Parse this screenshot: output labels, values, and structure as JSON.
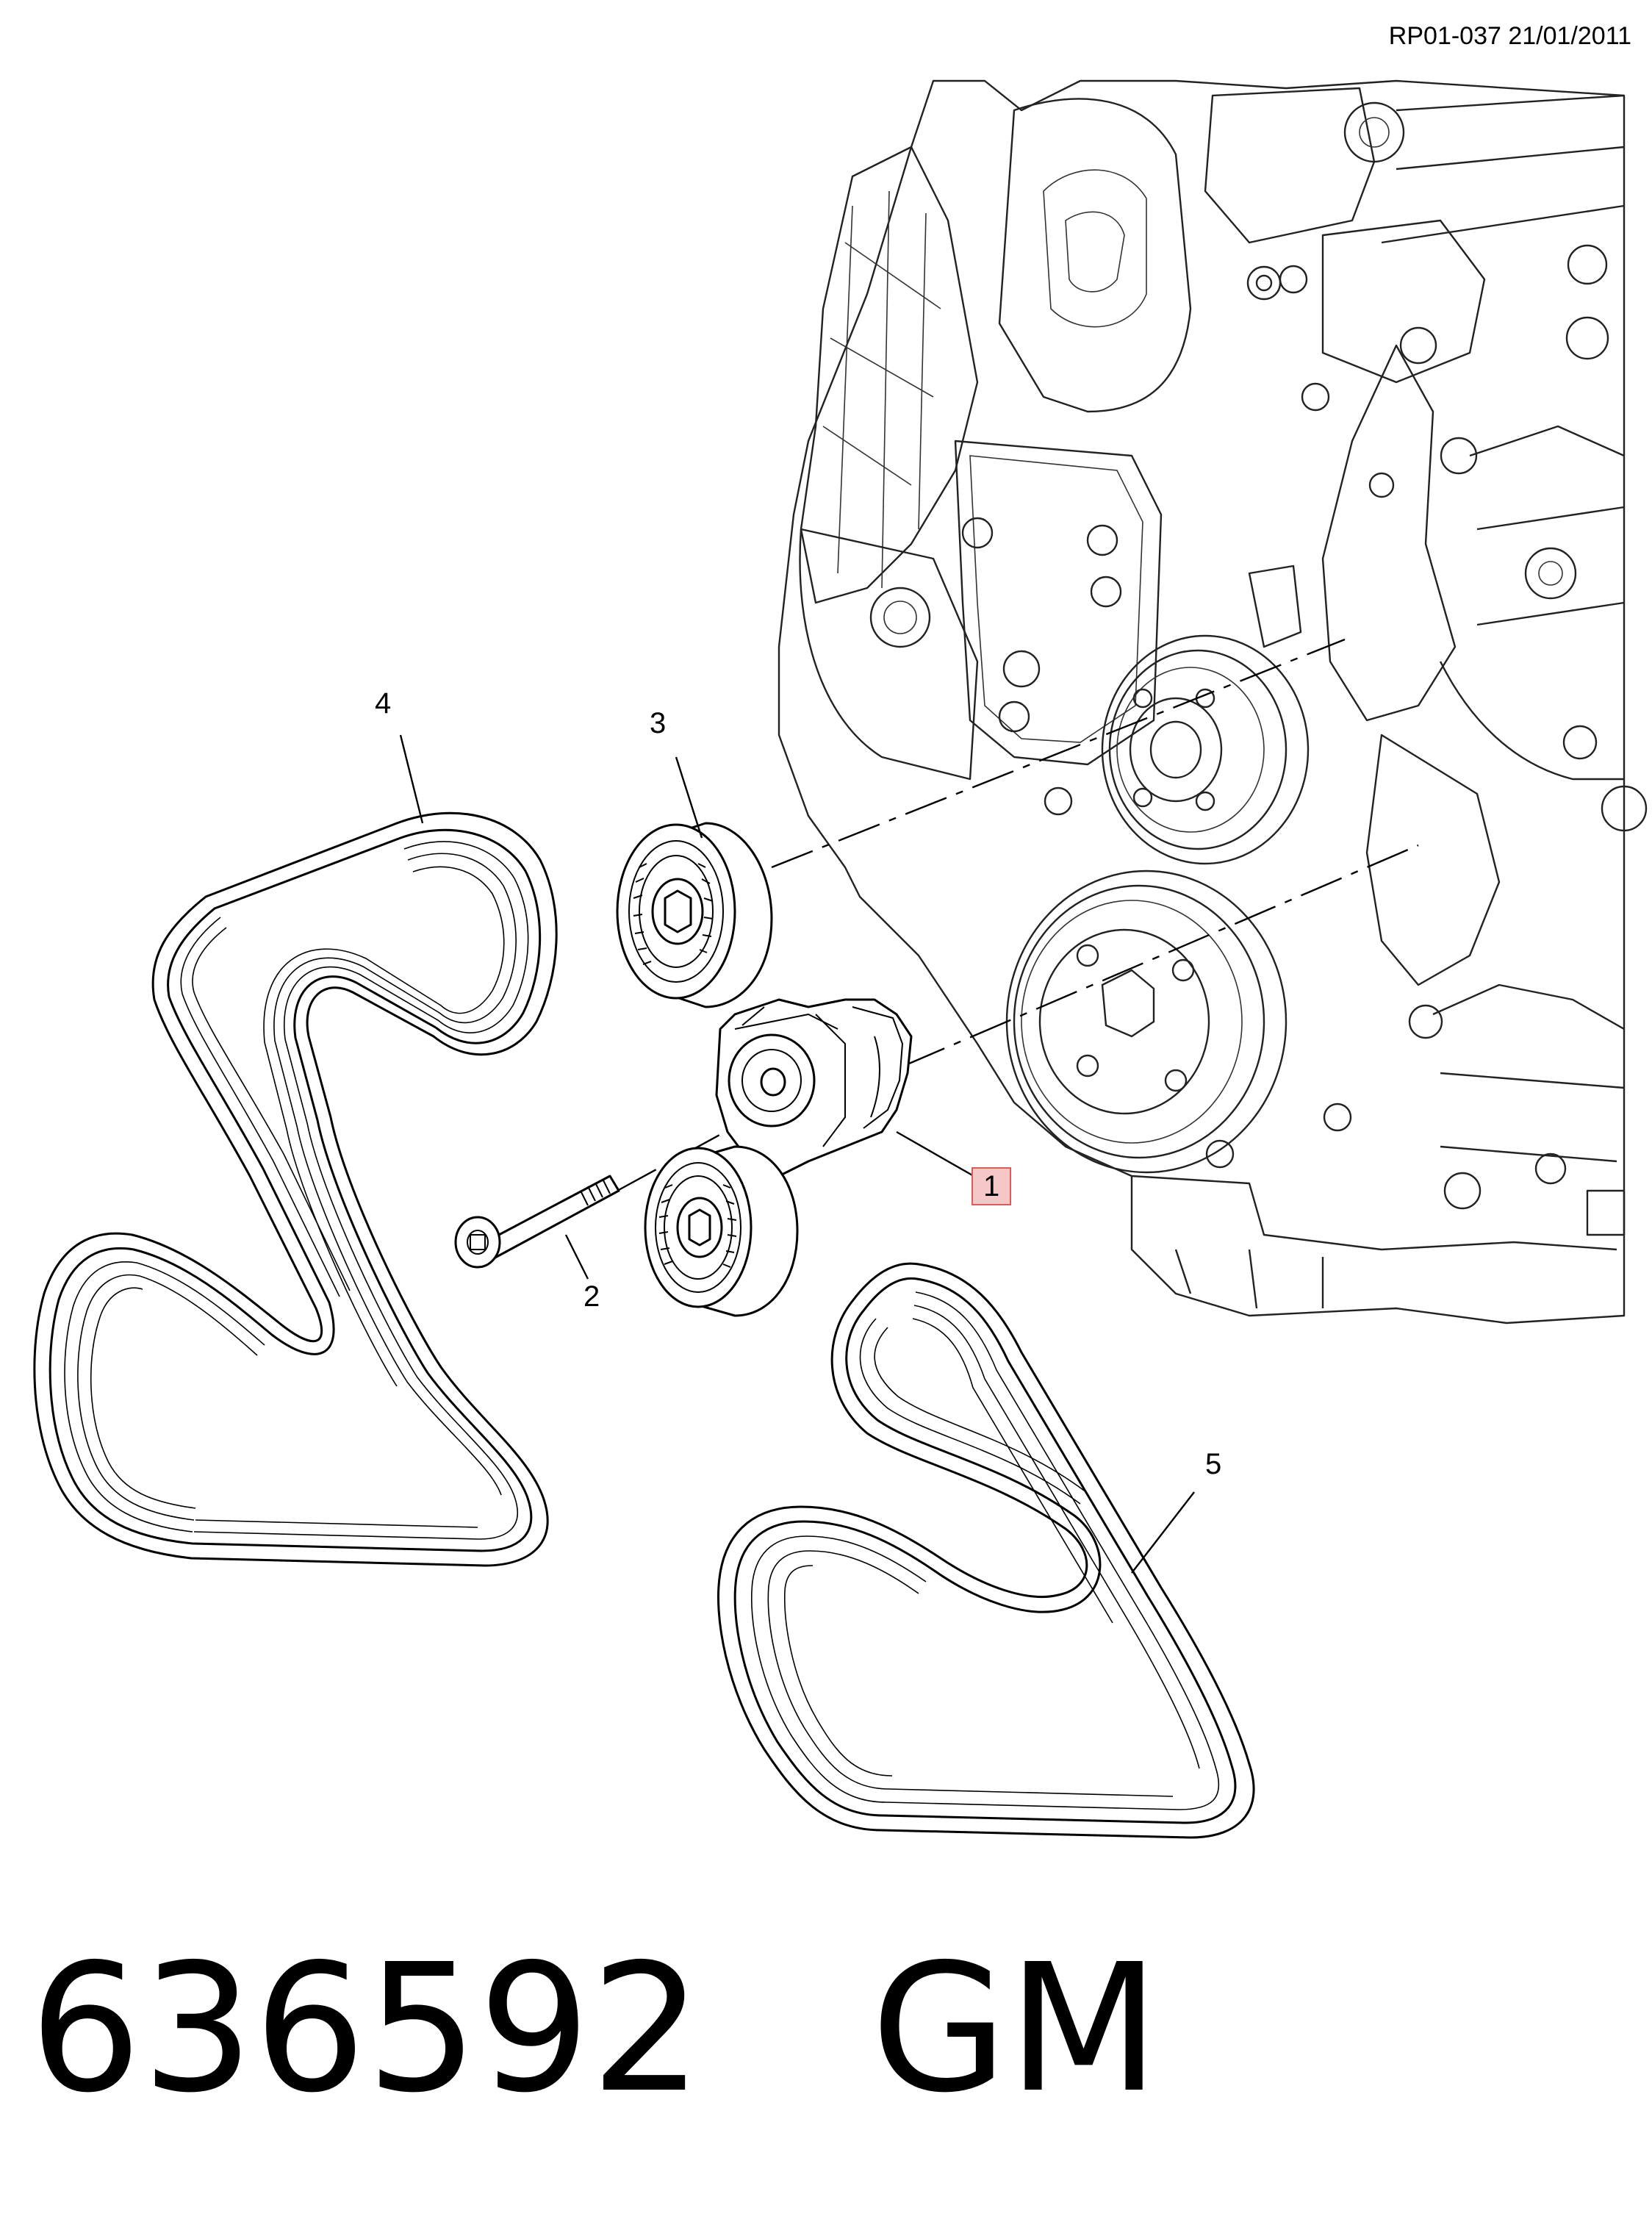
{
  "header": {
    "reference": "RP01-037 21/01/2011"
  },
  "callouts": [
    {
      "id": "1",
      "label": "1",
      "highlighted": true
    },
    {
      "id": "2",
      "label": "2"
    },
    {
      "id": "3",
      "label": "3"
    },
    {
      "id": "4",
      "label": "4"
    },
    {
      "id": "5",
      "label": "5"
    }
  ],
  "footer": {
    "part_number": "636592",
    "brand": "GM"
  },
  "colors": {
    "highlight_fill": "#f6c7c7",
    "highlight_border": "#e05a5a",
    "line": "#000000"
  }
}
